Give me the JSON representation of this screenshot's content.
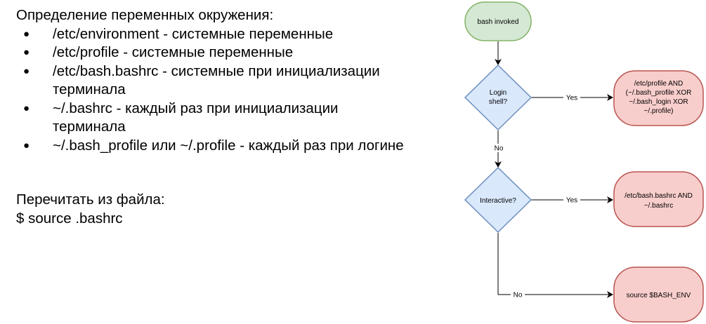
{
  "notes": {
    "heading": "Определение переменных окружения:",
    "items": [
      {
        "line1": "/etc/environment - системные переменные",
        "line2": ""
      },
      {
        "line1": "/etc/profile - системные переменные",
        "line2": ""
      },
      {
        "line1": "/etc/bash.bashrc - системные при инициализации",
        "line2": "терминала"
      },
      {
        "line1": "~/.bashrc - каждый раз при инициализации",
        "line2": "терминала"
      },
      {
        "line1": "~/.bash_profile или ~/.profile - каждый раз при логине",
        "line2": ""
      }
    ],
    "bullet_glyph": "●",
    "reread_label": "Перечитать из файла:",
    "reread_command": "$ source .bashrc"
  },
  "flowchart": {
    "start": "bash invoked",
    "decision_login": [
      "Login",
      "shell?"
    ],
    "decision_interactive": "Interactive?",
    "result_login": [
      "/etc/profile AND",
      "(~/.bash_profile XOR",
      "~/.bash_login XOR",
      "~/.profile)"
    ],
    "result_interactive": [
      "/etc/bash.bashrc AND",
      "~/.bashrc"
    ],
    "result_other": "source $BASH_ENV",
    "edge_yes": "Yes",
    "edge_no": "No"
  },
  "colors": {
    "start_fill": "#d5e8d4",
    "start_stroke": "#82b366",
    "decision_fill": "#dae8fc",
    "decision_stroke": "#6c8ebf",
    "result_fill": "#f8cecc",
    "result_stroke": "#b85450",
    "line": "#000000"
  }
}
